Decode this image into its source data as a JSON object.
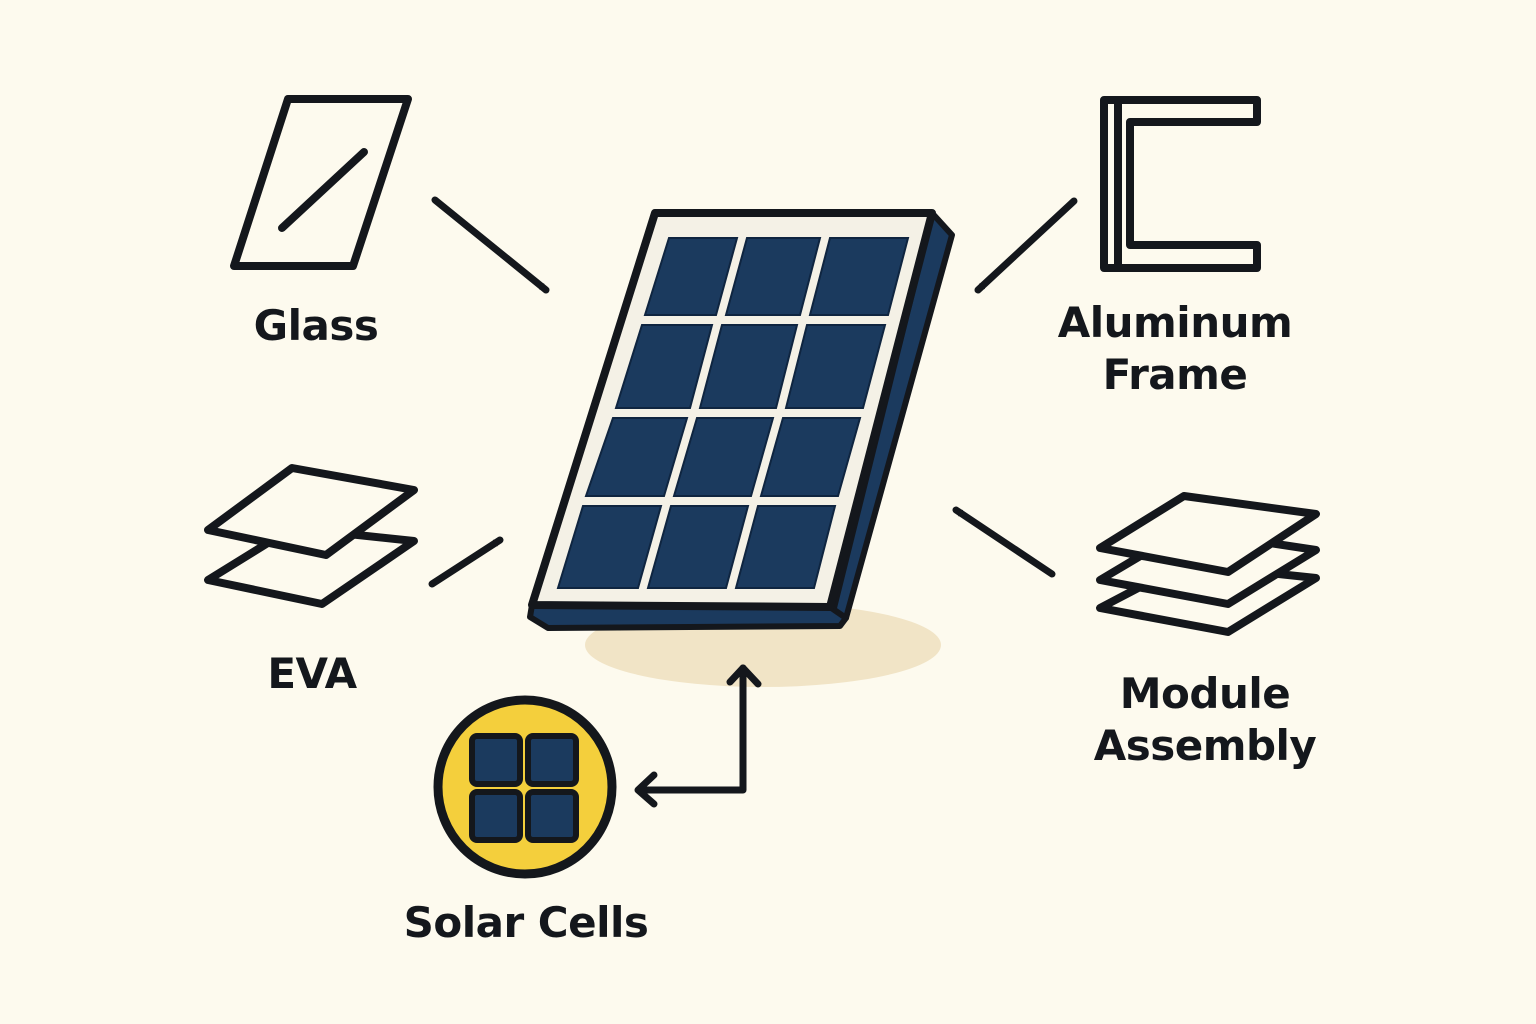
{
  "components": {
    "glass": {
      "label": "Glass",
      "icon": "glass-pane-icon"
    },
    "eva": {
      "label": "EVA",
      "icon": "eva-sheets-icon"
    },
    "solar_cells": {
      "label": "Solar Cells",
      "icon": "solar-cells-icon"
    },
    "aluminum_frame": {
      "label_line1": "Aluminum",
      "label_line2": "Frame",
      "icon": "aluminum-frame-icon"
    },
    "module_assembly": {
      "label_line1": "Module",
      "label_line2": "Assembly",
      "icon": "stacked-layers-icon"
    }
  },
  "center": {
    "icon": "solar-panel-icon"
  },
  "colors": {
    "background": "#fdfaee",
    "ink": "#14171c",
    "cell_blue": "#1b3a5e",
    "panel_frame": "#f4f1e6",
    "cell_badge_yellow": "#f4cf3c",
    "shadow": "#f1e4c6"
  }
}
